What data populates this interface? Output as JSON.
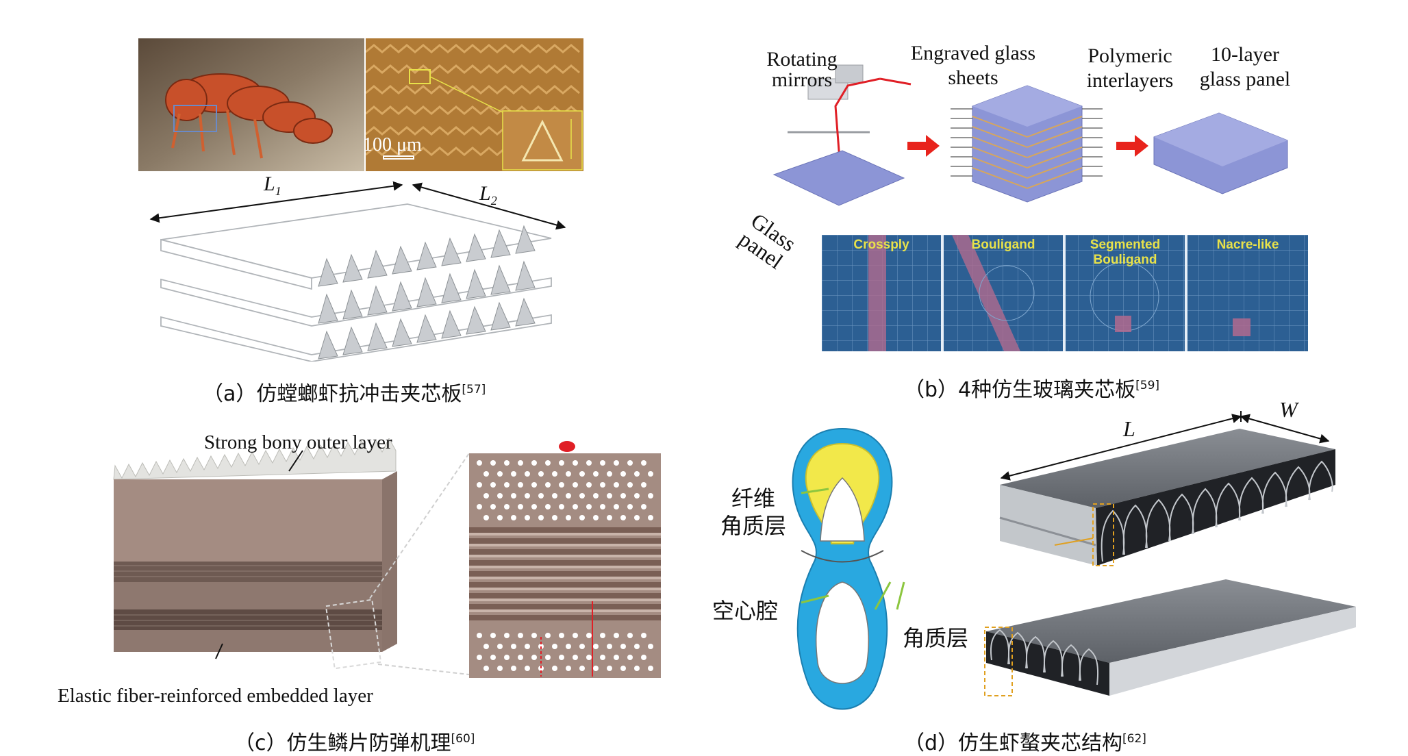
{
  "panel_a": {
    "scale_bar": "100 μm",
    "dim_l1": "L",
    "dim_l1_sub": "1",
    "dim_l2": "L",
    "dim_l2_sub": "2",
    "caption": "（a）仿螳螂虾抗冲击夹芯板",
    "caption_ref": "[57]"
  },
  "panel_b": {
    "labels": {
      "rotating_mirrors": [
        "Rotating",
        "mirrors"
      ],
      "engraved_sheets": [
        "Engraved glass",
        "sheets"
      ],
      "polymeric_interlayers": [
        "Polymeric",
        "interlayers"
      ],
      "ten_layer_panel": [
        "10-layer",
        "glass panel"
      ],
      "glass_panel": [
        "Glass",
        "panel"
      ]
    },
    "patterns": [
      "Crossply",
      "Bouligand",
      "Segmented Bouligand",
      "Nacre-like"
    ],
    "caption": "（b）4种仿生玻璃夹芯板",
    "caption_ref": "[59]"
  },
  "panel_c": {
    "top_label": "Strong bony outer layer",
    "bottom_label": "Elastic fiber-reinforced embedded layer",
    "caption": "（c）仿生鳞片防弹机理",
    "caption_ref": "[60]"
  },
  "panel_d": {
    "fiber_layer": [
      "纤维",
      "角质层"
    ],
    "hollow_cavity": "空心腔",
    "keratin_layer": "角质层",
    "dim_l": "L",
    "dim_w": "W",
    "caption": "（d）仿生虾螯夹芯结构",
    "caption_ref": "[62]"
  },
  "colors": {
    "glass_blue": "#8c95d6",
    "pattern_bg": "#2c5f93",
    "pattern_label": "#e8e24a",
    "claw_blue": "#29a8e0",
    "claw_yellow": "#f2e84a",
    "claw_green": "#8cc63f",
    "scale_brown": "#a48c82",
    "laser_red": "#e01f26",
    "arrow_red": "#e8231c"
  }
}
